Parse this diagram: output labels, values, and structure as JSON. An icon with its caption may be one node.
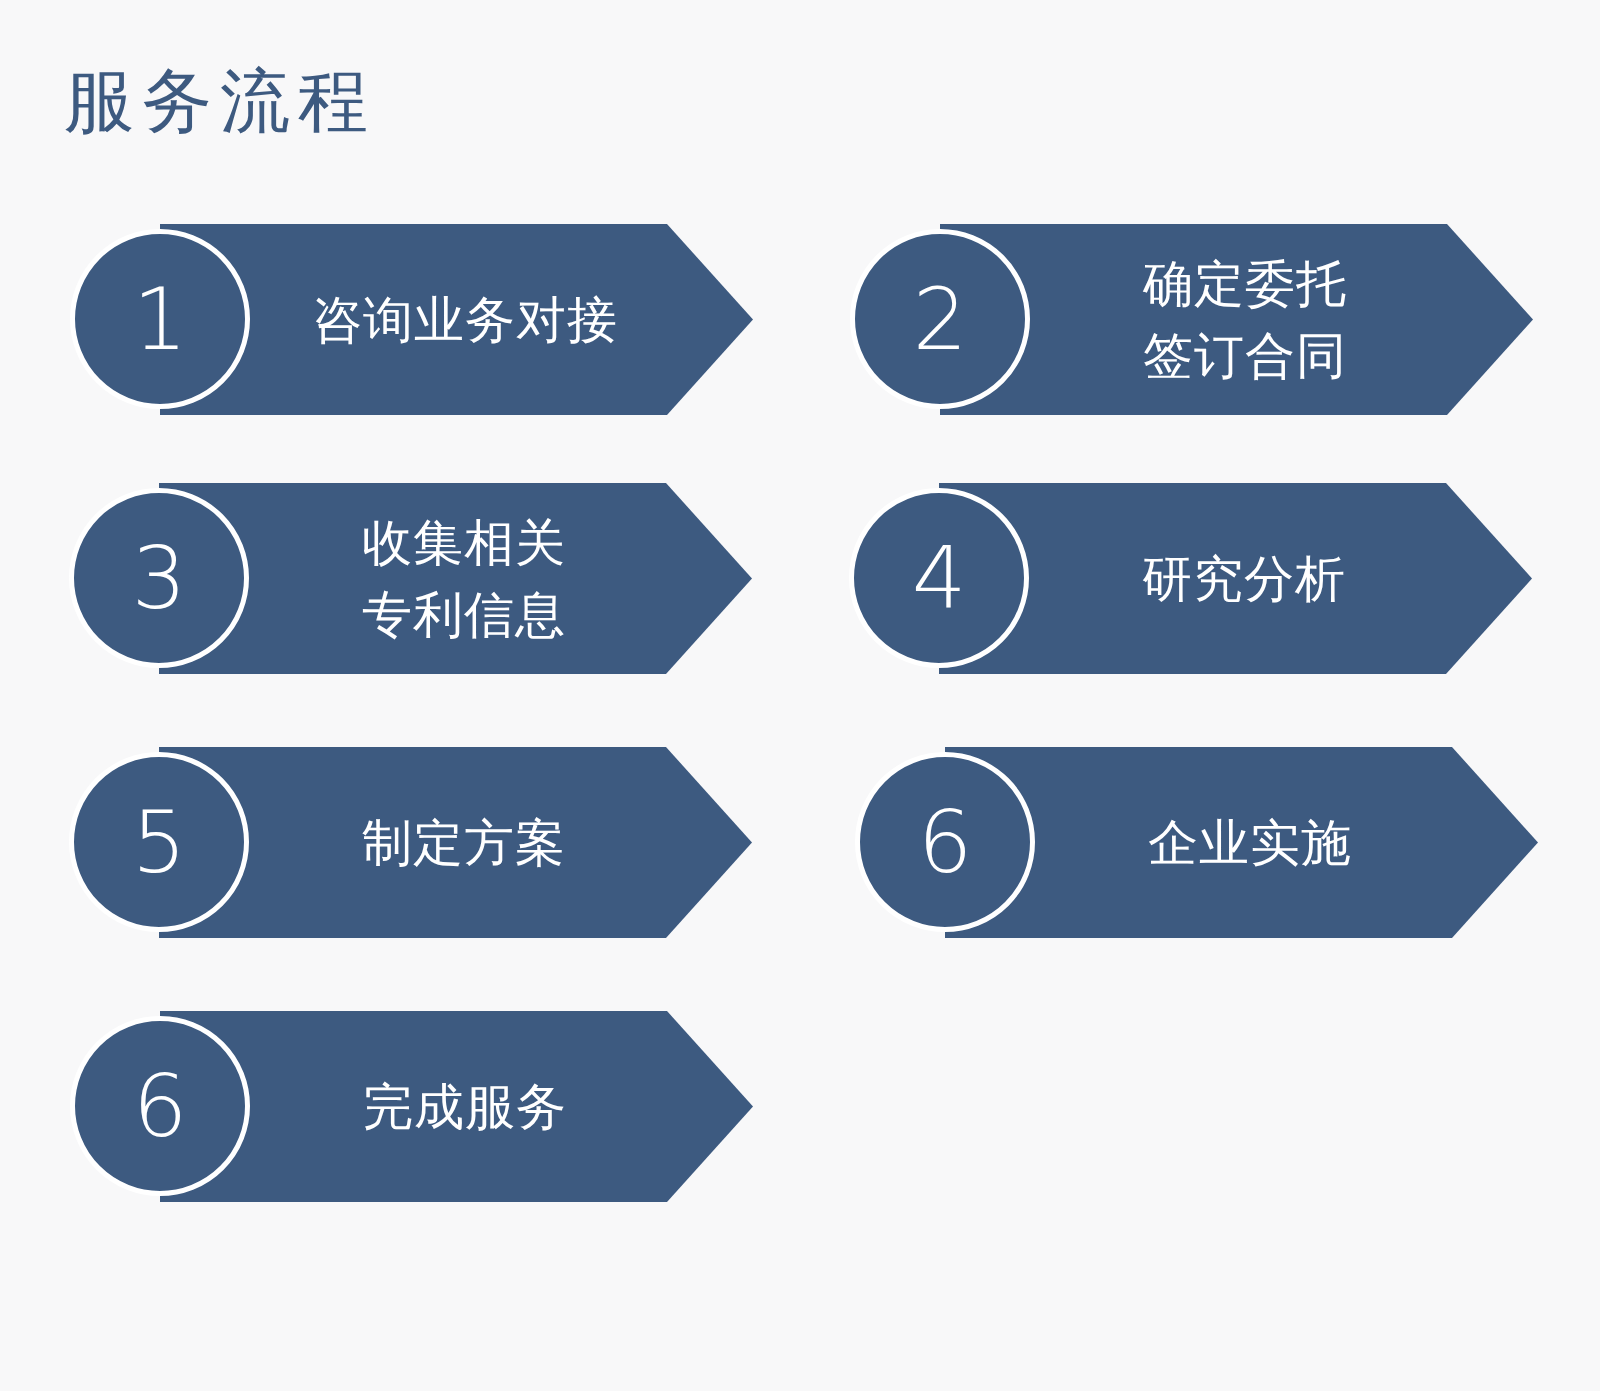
{
  "diagram": {
    "title": "服务流程",
    "nodes": [
      {
        "text": [
          "1"
        ]
      },
      {
        "text": [
          "咨询业务对接"
        ]
      },
      {
        "text": [
          "2"
        ]
      },
      {
        "text": [
          "确定委托签订合同"
        ]
      },
      {
        "text": [
          "3"
        ]
      },
      {
        "text": [
          "收集相关专利信息"
        ]
      },
      {
        "text": [
          "4"
        ]
      },
      {
        "text": [
          "研究分析"
        ]
      },
      {
        "text": [
          "5"
        ]
      },
      {
        "text": [
          "制定方案"
        ]
      },
      {
        "text": [
          "6"
        ]
      },
      {
        "text": [
          "企业实施"
        ]
      },
      {
        "text": [
          "6"
        ]
      },
      {
        "text": [
          "完成服务"
        ]
      }
    ]
  }
}
